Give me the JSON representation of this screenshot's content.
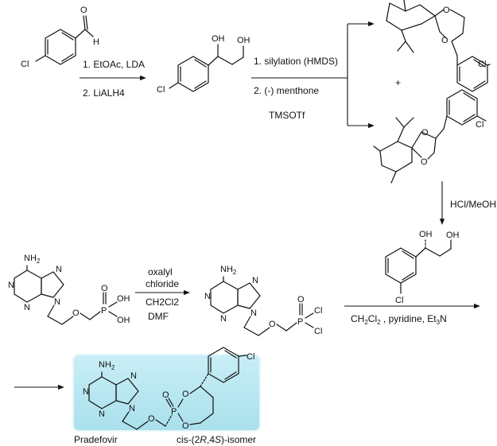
{
  "colors": {
    "ink": "#111111",
    "highlight_fill": "#bfeaf2",
    "highlight_edge": "#e6f7fb"
  },
  "atoms": {
    "cl": "Cl",
    "h": "H",
    "o": "O",
    "oh": "OH",
    "nh2": "NH2",
    "n": "N",
    "p": "P"
  },
  "steps": {
    "step1": {
      "line1": "1. EtOAc, LDA",
      "line2": "2. LiALH4"
    },
    "step2": {
      "line1": "1. silylation (HMDS)",
      "line2": "2. (-) menthone",
      "line3": "TMSOTf"
    },
    "plus": "+",
    "step3": {
      "line1": "HCl/MeOH"
    },
    "step4": {
      "line1": "oxalyl",
      "line2": "chloride",
      "line3": "CH2Cl2",
      "line4": "DMF"
    },
    "step5": {
      "line1": "CH2Cl2 , pyridine, Et3N"
    }
  },
  "product": {
    "name": "Pradefovir",
    "isomer": "cis-(2R,4S)-isomer"
  }
}
